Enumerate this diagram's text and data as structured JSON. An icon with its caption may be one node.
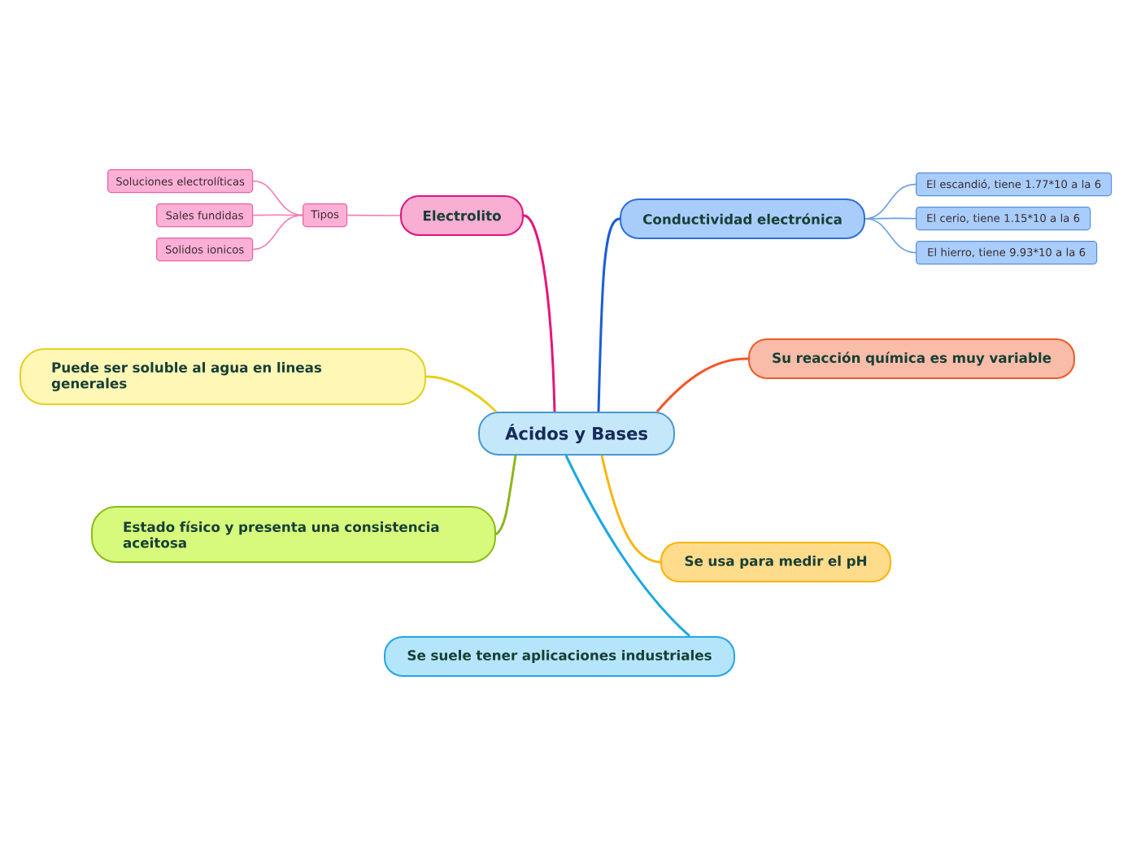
{
  "diagram": {
    "nodes": [
      {
        "text": [
          "Ácidos y Bases"
        ]
      },
      {
        "text": [
          "Electrolito"
        ]
      },
      {
        "text": [
          "Tipos"
        ]
      },
      {
        "text": [
          "Soluciones electrolíticas"
        ]
      },
      {
        "text": [
          "Sales fundidas"
        ]
      },
      {
        "text": [
          "Solidos ionicos"
        ]
      },
      {
        "text": [
          "Conductividad electrónica"
        ]
      },
      {
        "text": [
          "El escandió, tiene 1.77*10 a la 6"
        ]
      },
      {
        "text": [
          "El cerio, tiene 1.15*10 a la 6"
        ]
      },
      {
        "text": [
          "El hierro, tiene 9.93*10 a la 6"
        ]
      },
      {
        "text": [
          "Su reacción química es muy variable"
        ]
      },
      {
        "text": [
          "Puede ser soluble al agua en lineas generales"
        ]
      },
      {
        "text": [
          "Se usa para medir el pH"
        ]
      },
      {
        "text": [
          "Estado físico y presenta una consistencia aceitosa"
        ]
      },
      {
        "text": [
          "Se suele tener aplicaciones industriales"
        ]
      }
    ],
    "edges": [
      {
        "from": 0,
        "to": 1,
        "arrow": "none",
        "color": "#e6157a"
      },
      {
        "from": 1,
        "to": 2,
        "arrow": "none",
        "color": "#f27fb5"
      },
      {
        "from": 2,
        "to": 3,
        "arrow": "none",
        "color": "#f27fb5"
      },
      {
        "from": 2,
        "to": 4,
        "arrow": "none",
        "color": "#f27fb5"
      },
      {
        "from": 2,
        "to": 5,
        "arrow": "none",
        "color": "#f27fb5"
      },
      {
        "from": 0,
        "to": 6,
        "arrow": "none",
        "color": "#1a5ed6"
      },
      {
        "from": 6,
        "to": 7,
        "arrow": "none",
        "color": "#6a9fe0"
      },
      {
        "from": 6,
        "to": 8,
        "arrow": "none",
        "color": "#6a9fe0"
      },
      {
        "from": 6,
        "to": 9,
        "arrow": "none",
        "color": "#6a9fe0"
      },
      {
        "from": 0,
        "to": 10,
        "arrow": "none",
        "color": "#f4572a"
      },
      {
        "from": 0,
        "to": 11,
        "arrow": "none",
        "color": "#e8cf1c"
      },
      {
        "from": 0,
        "to": 12,
        "arrow": "none",
        "color": "#f9b50d"
      },
      {
        "from": 0,
        "to": 13,
        "arrow": "none",
        "color": "#8ab81c"
      },
      {
        "from": 0,
        "to": 14,
        "arrow": "none",
        "color": "#1ca7e6"
      }
    ]
  }
}
